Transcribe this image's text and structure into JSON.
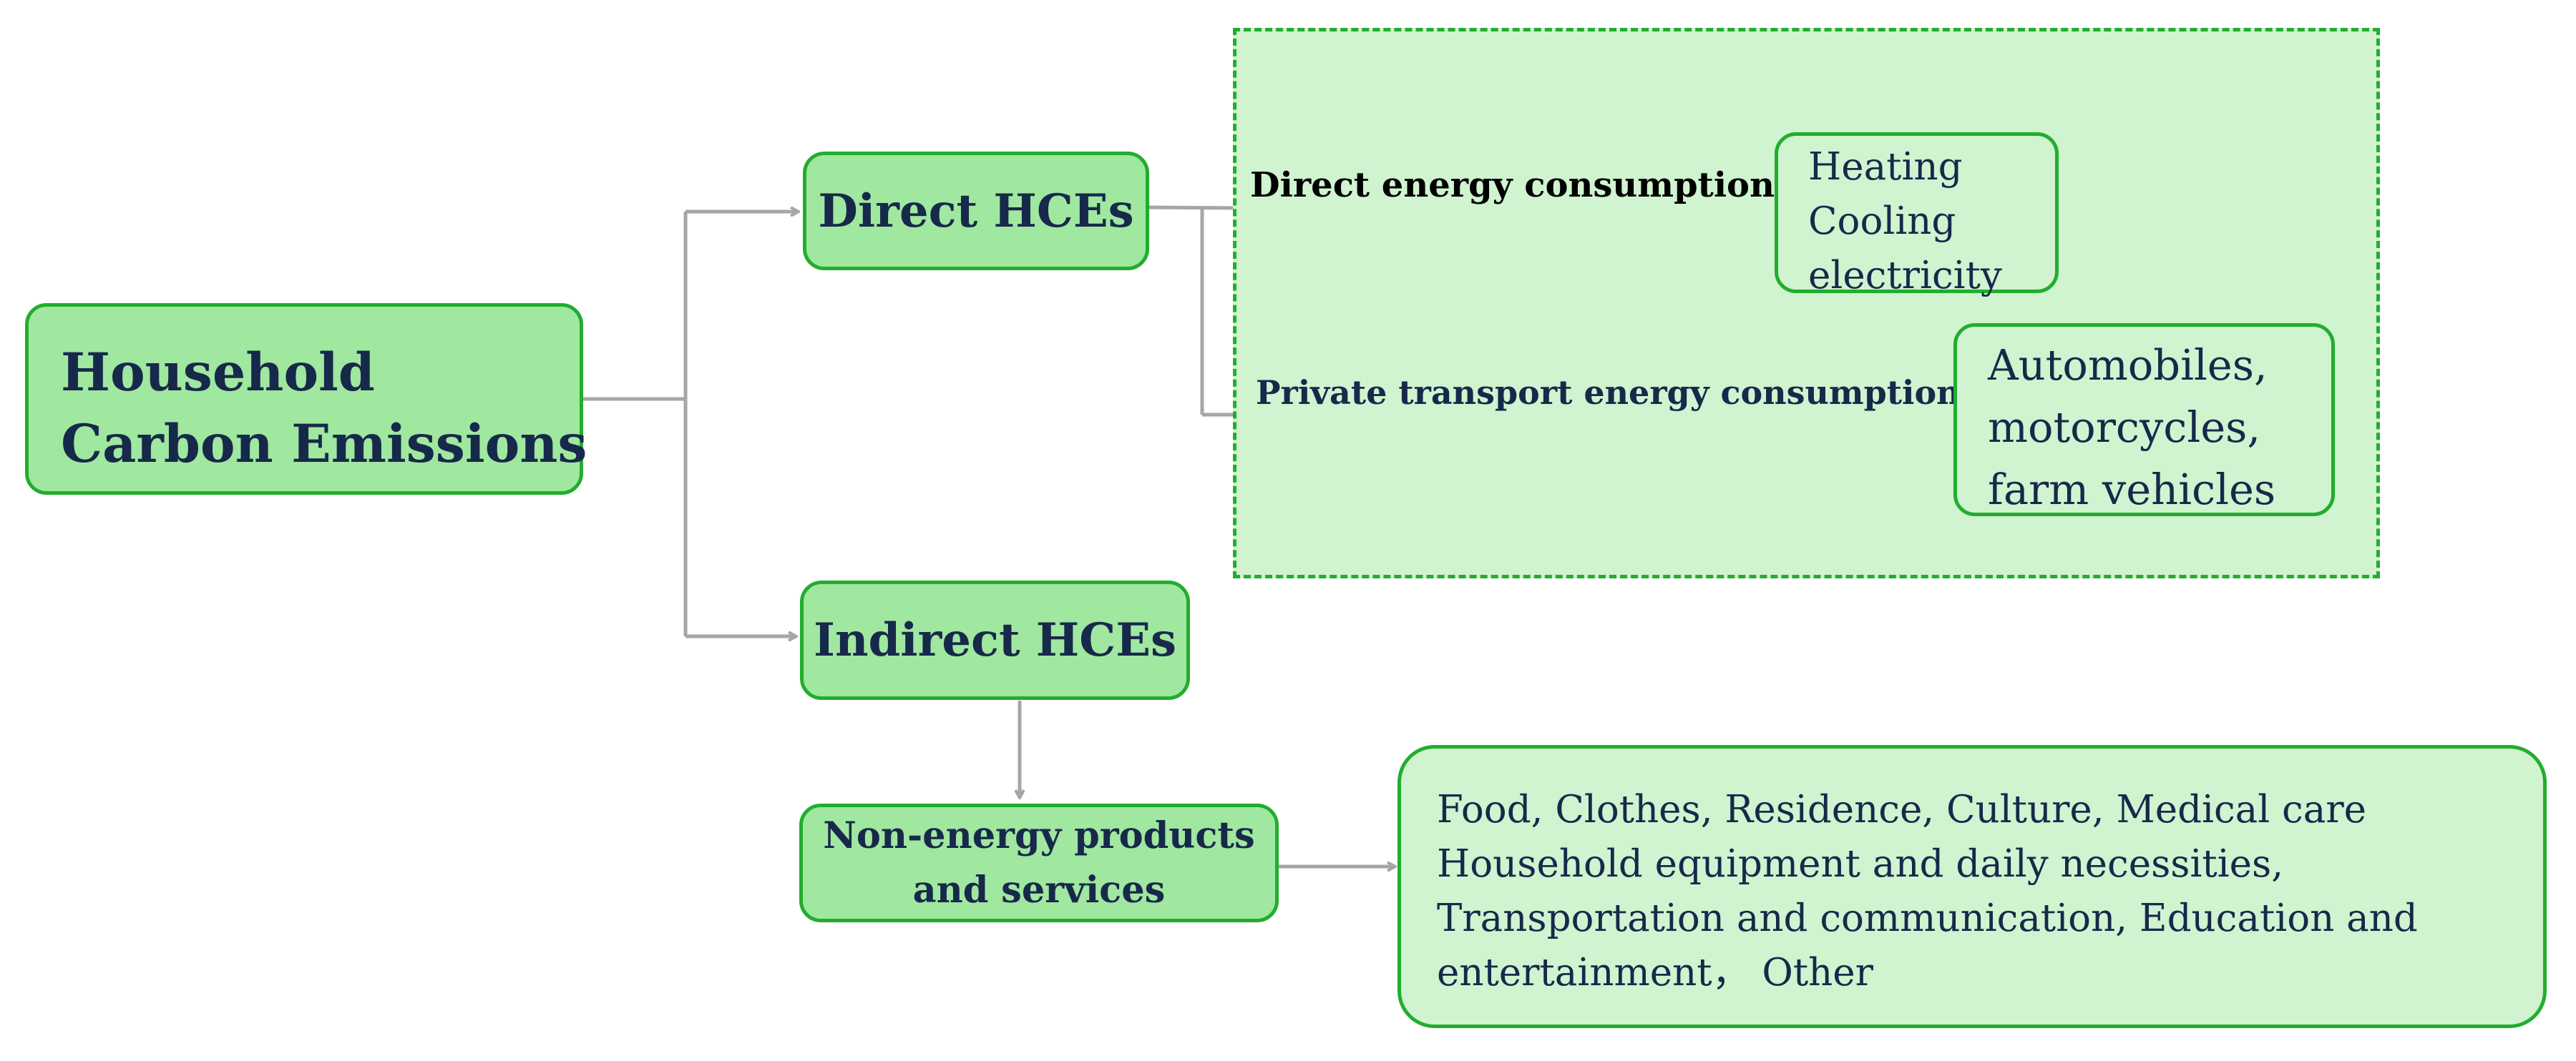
{
  "diagram": {
    "root": {
      "label_line1": "Household",
      "label_line2": "Carbon Emissions"
    },
    "direct": {
      "label": "Direct HCEs",
      "edge_energy": "Direct energy consumption",
      "edge_transport": "Private transport energy consumption",
      "energy_items": [
        "Heating",
        "Cooling",
        "electricity"
      ],
      "transport_items": [
        "Automobiles,",
        "motorcycles,",
        "farm vehicles"
      ]
    },
    "indirect": {
      "label": "Indirect HCEs",
      "products_line1": "Non-energy products",
      "products_line2": "and services",
      "products_items": [
        "Food, Clothes, Residence, Culture, Medical care",
        "Household equipment and daily necessities,",
        "Transportation and communication, Education and",
        "entertainment，  Other"
      ]
    },
    "colors": {
      "node_fill": "#a0e7a0",
      "light_fill": "#d0f3d0",
      "border": "#22ad2e",
      "connector": "#a6a6a6",
      "text": "#17294a"
    }
  }
}
